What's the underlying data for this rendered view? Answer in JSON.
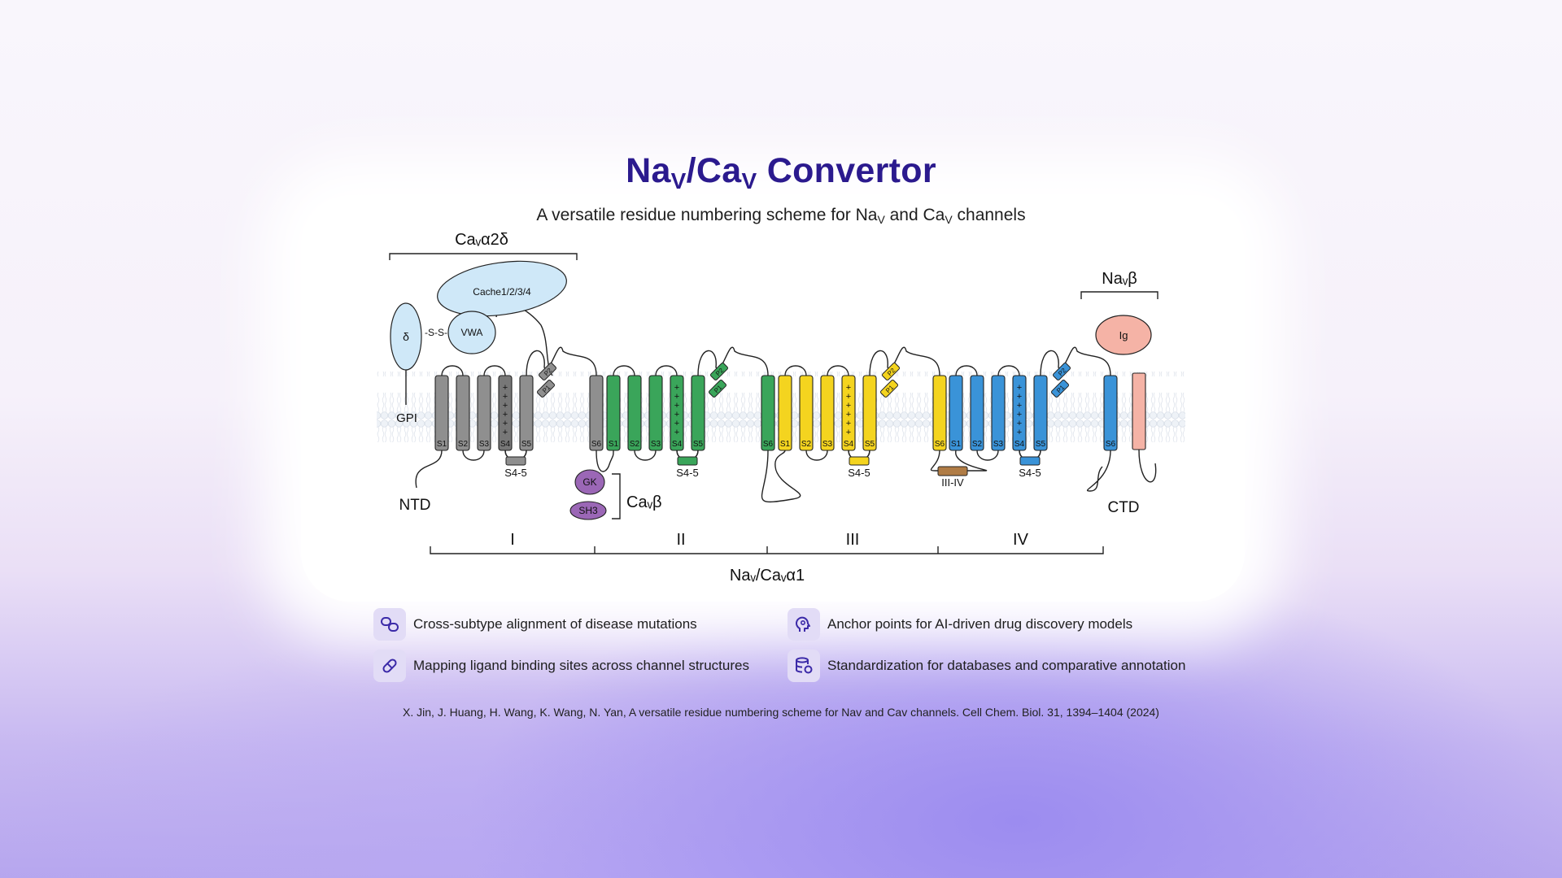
{
  "header": {
    "title_a": "Na",
    "title_sub1": "V",
    "title_b": "/Ca",
    "title_sub2": "V",
    "title_c": " Convertor",
    "subtitle_a": "A versatile residue numbering scheme for Na",
    "subtitle_sub1": "V",
    "subtitle_b": " and Ca",
    "subtitle_sub2": "V",
    "subtitle_c": " channels"
  },
  "diagram": {
    "cav_a2d_label": "Caᵥα2δ",
    "cache_label": "Cache1/2/3/4",
    "vwa_label": "VWA",
    "delta_label": "δ",
    "ss_label": "-S-S-",
    "gpi_label": "GPI",
    "ntd_label": "NTD",
    "ctd_label": "CTD",
    "navb_label": "Naᵥβ",
    "ig_label": "Ig",
    "cavb_label": "Caᵥβ",
    "gk_label": "GK",
    "sh3_label": "SH3",
    "linker_s45": "S4-5",
    "linker_iii_iv": "III-IV",
    "p1": "P1",
    "p2": "P2",
    "segments": [
      "S1",
      "S2",
      "S3",
      "S4",
      "S5",
      "S6"
    ],
    "domains": [
      "I",
      "II",
      "III",
      "IV"
    ],
    "axis_label": "Naᵥ/Caᵥα1",
    "colors": {
      "domain_I": "#8f8f8f",
      "domain_II": "#3aa55a",
      "domain_III": "#f4d41f",
      "domain_IV": "#3a93d8",
      "a2d": "#cfe8f8",
      "cavb": "#9b67b6",
      "navb": "#f5b3a6",
      "iii_iv": "#b07c45"
    }
  },
  "features": [
    {
      "icon": "chain-link-icon",
      "text": "Cross-subtype alignment of disease mutations"
    },
    {
      "icon": "ai-head-icon",
      "text": "Anchor points for AI-driven drug discovery models"
    },
    {
      "icon": "pill-icon",
      "text": "Mapping ligand binding sites across channel structures"
    },
    {
      "icon": "database-icon",
      "text": "Standardization for databases and comparative annotation"
    }
  ],
  "citation": "X. Jin, J. Huang, H. Wang, K. Wang, N. Yan, A versatile residue numbering scheme for Nav and Cav channels. Cell Chem. Biol. 31, 1394–1404 (2024)"
}
